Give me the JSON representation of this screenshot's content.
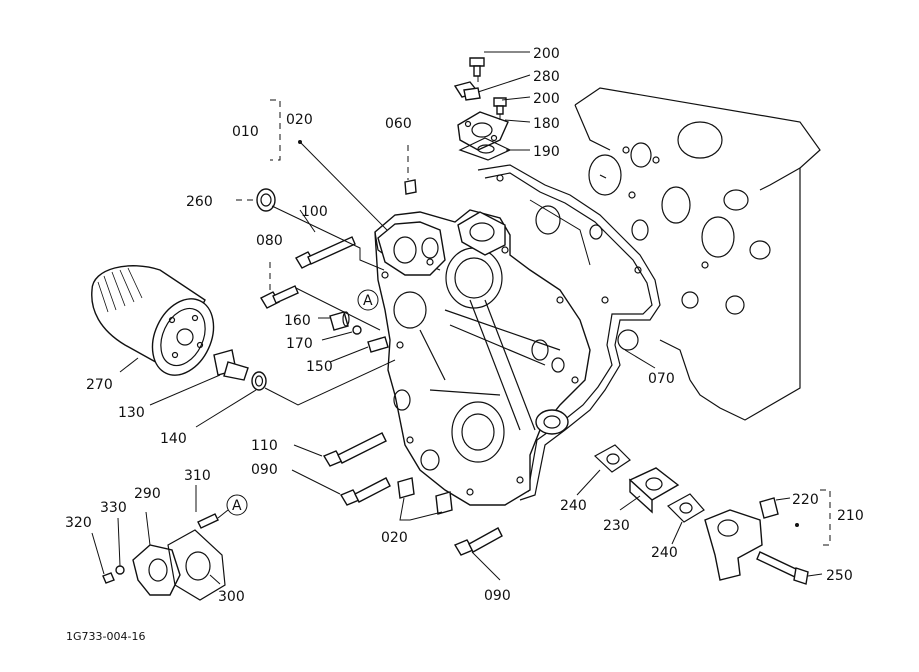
{
  "labels": {
    "p010": "010",
    "p020_top": "020",
    "p060": "060",
    "p200_a": "200",
    "p280": "280",
    "p200_b": "200",
    "p180": "180",
    "p190": "190",
    "p260": "260",
    "p100": "100",
    "p080": "080",
    "p160": "160",
    "p170": "170",
    "p150": "150",
    "p270": "270",
    "p130": "130",
    "p140": "140",
    "p070": "070",
    "p110": "110",
    "p090_a": "090",
    "p090_b": "090",
    "p020_bottom": "020",
    "p240_a": "240",
    "p230": "230",
    "p240_b": "240",
    "p220": "220",
    "p210": "210",
    "p250": "250",
    "p310": "310",
    "p290": "290",
    "p330": "330",
    "p320": "320",
    "p300": "300",
    "ref_a1": "A",
    "ref_a2": "A"
  },
  "footer": {
    "code": "1G733-004-16"
  }
}
